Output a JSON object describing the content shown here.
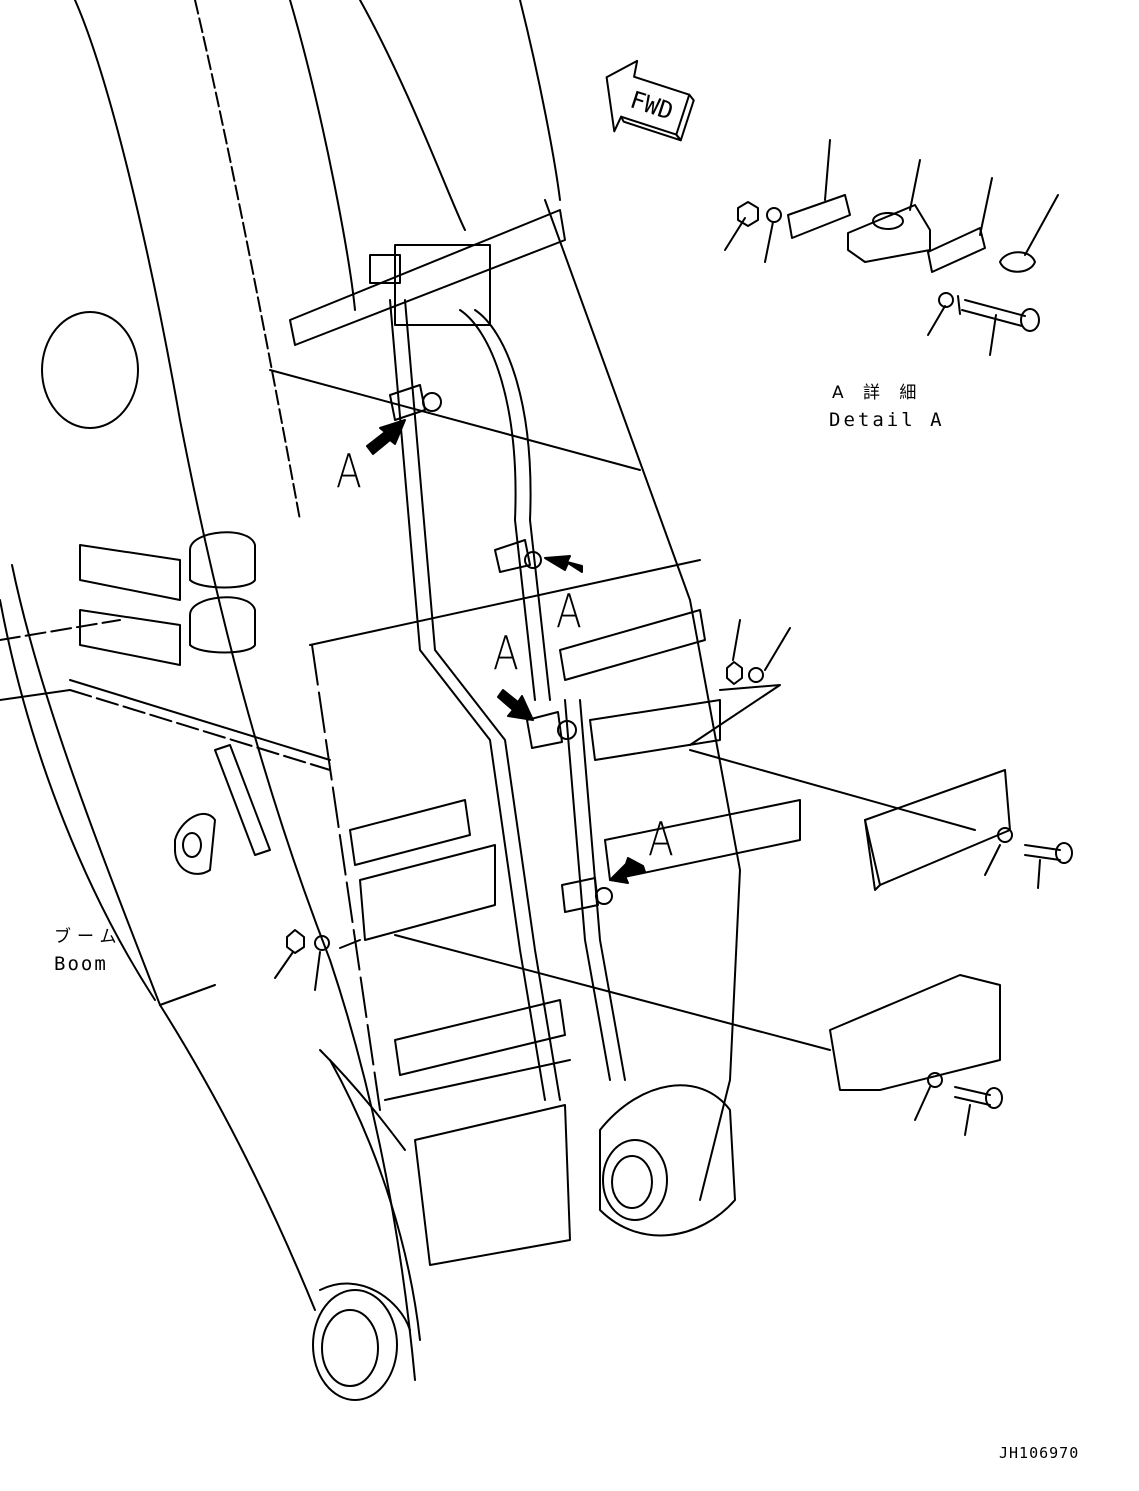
{
  "labels": {
    "fwd": "FWD",
    "callout_letter": "A",
    "detail_title_jp": "A 詳 細",
    "detail_title_en": "Detail A",
    "boom_label_jp": "ブーム",
    "boom_label_en": "Boom",
    "drawing_number": "JH106970"
  },
  "icons": {
    "direction_arrow": "fwd-arrow-icon",
    "callout_arrow": "callout-arrow-icon"
  }
}
